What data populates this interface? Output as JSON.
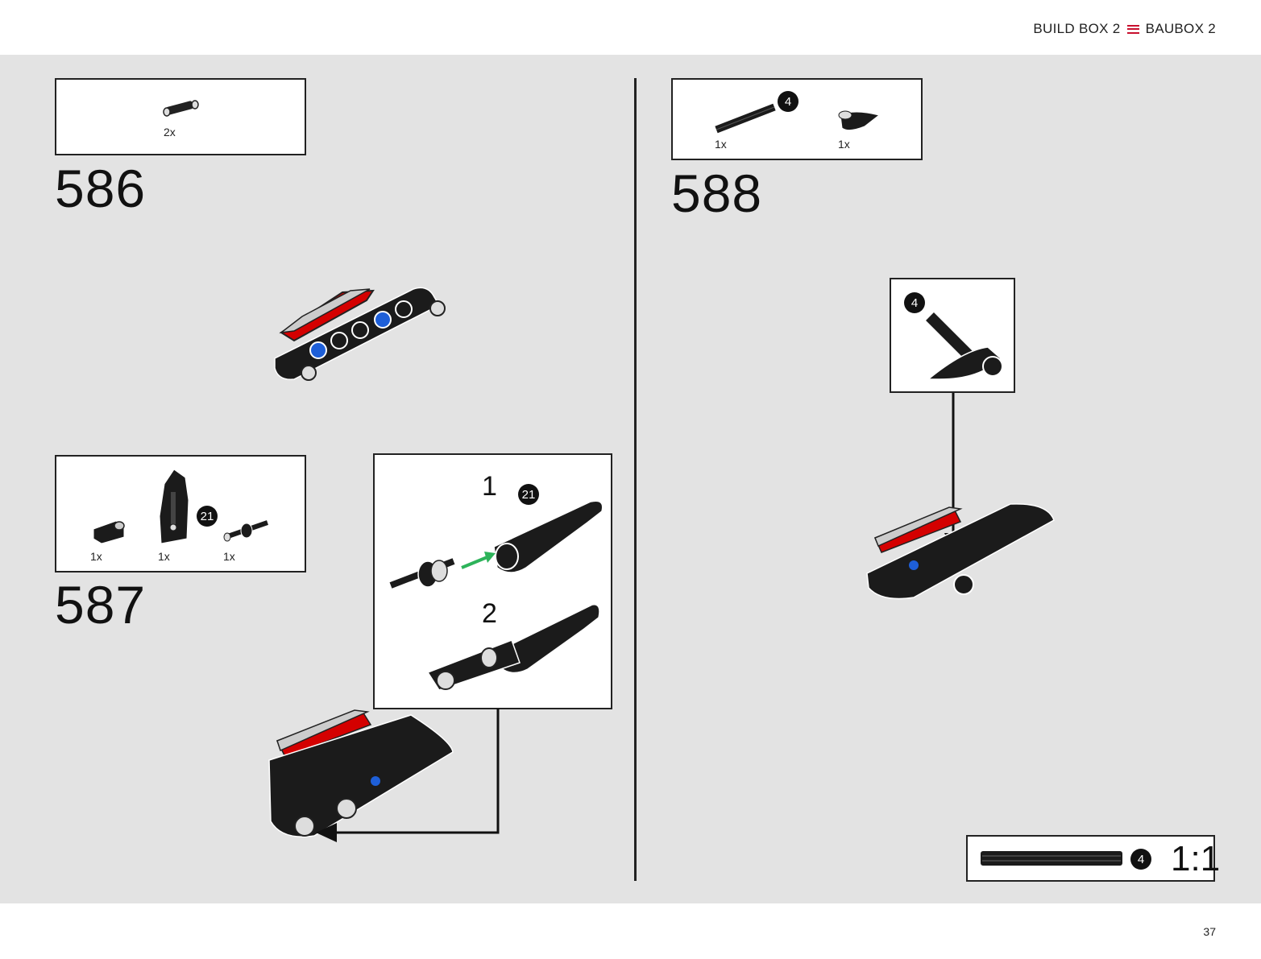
{
  "header": {
    "left": "BUILD BOX 2",
    "right": "BAUBOX 2",
    "icon": "menu-icon"
  },
  "page_number": "37",
  "steps": [
    {
      "number": "586",
      "parts": [
        {
          "qty": "2x"
        }
      ]
    },
    {
      "number": "587",
      "parts": [
        {
          "qty": "1x"
        },
        {
          "qty": "1x",
          "badge": "21"
        },
        {
          "qty": "1x"
        }
      ],
      "substeps": [
        {
          "number": "1",
          "badge": "21"
        },
        {
          "number": "2"
        }
      ]
    },
    {
      "number": "588",
      "parts": [
        {
          "qty": "1x",
          "badge": "4"
        },
        {
          "qty": "1x"
        }
      ],
      "callout_badge": "4"
    }
  ],
  "scale_ref": {
    "badge": "4",
    "label": "1:1"
  },
  "colors": {
    "accent": "#c8102e",
    "part_black": "#1b1b1b",
    "part_red": "#d40000",
    "arrow_green": "#2db35a",
    "pin_blue": "#1e5fd8"
  }
}
